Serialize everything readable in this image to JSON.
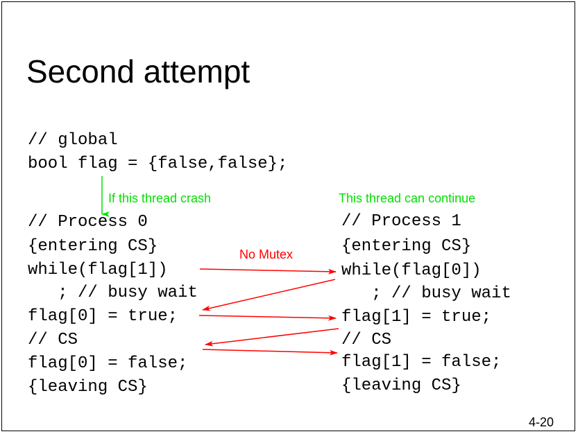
{
  "title": "Second attempt",
  "global_code": [
    "// global",
    "bool flag = {false,false};"
  ],
  "process0_code": [
    "// Process 0",
    "{entering CS}",
    "while(flag[1])",
    "   ; // busy wait",
    "flag[0] = true;",
    "// CS",
    "flag[0] = false;",
    "{leaving CS}"
  ],
  "process1_code": [
    "// Process 1",
    "{entering CS}",
    "while(flag[0])",
    "   ; // busy wait",
    "flag[1] = true;",
    "// CS",
    "flag[1] = false;",
    "{leaving CS}"
  ],
  "annotations": {
    "crash": "If this thread crash",
    "continue": "This thread can continue",
    "no_mutex": "No Mutex"
  },
  "colors": {
    "green_annotation": "#00e000",
    "red_annotation": "#ff0000"
  },
  "slide_number": "4-20"
}
